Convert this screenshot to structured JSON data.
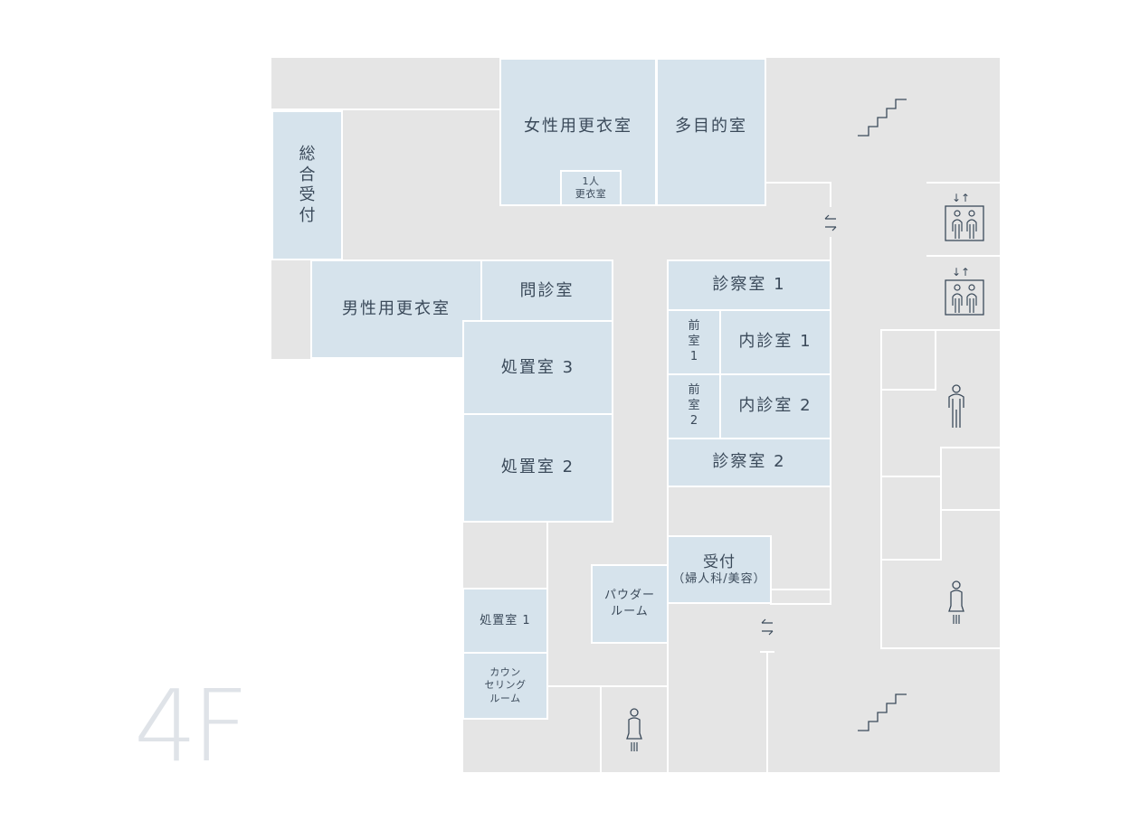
{
  "floor": {
    "label": "4F"
  },
  "rooms": {
    "womens_changing": "女性用更衣室",
    "single_changing": "1人\n更衣室",
    "multipurpose": "多目的室",
    "general_reception": "総\n合\n受\n付",
    "mens_changing": "男性用更衣室",
    "interview": "問診室",
    "treatment3": "処置室 3",
    "treatment2": "処置室 2",
    "treatment1": "処置室 1",
    "counseling": "カウン\nセリング\nルーム",
    "powder": "パウダー\nルーム",
    "reception_main": "受付",
    "reception_sub": "（婦人科/美容）",
    "exam1": "診察室 1",
    "exam2": "診察室 2",
    "inner_exam1": "内診室 1",
    "inner_exam2": "内診室 2",
    "anteroom1": "前\n室\n1",
    "anteroom2": "前\n室\n2"
  },
  "colors": {
    "room": "#d6e3ec",
    "floor": "#e5e5e5",
    "text": "#3b4a5a",
    "floor_label": "#dfe3e8"
  },
  "icons": [
    "stairs-icon",
    "elevator-icon",
    "male-restroom-icon",
    "female-restroom-icon",
    "door-arrow-icon"
  ]
}
